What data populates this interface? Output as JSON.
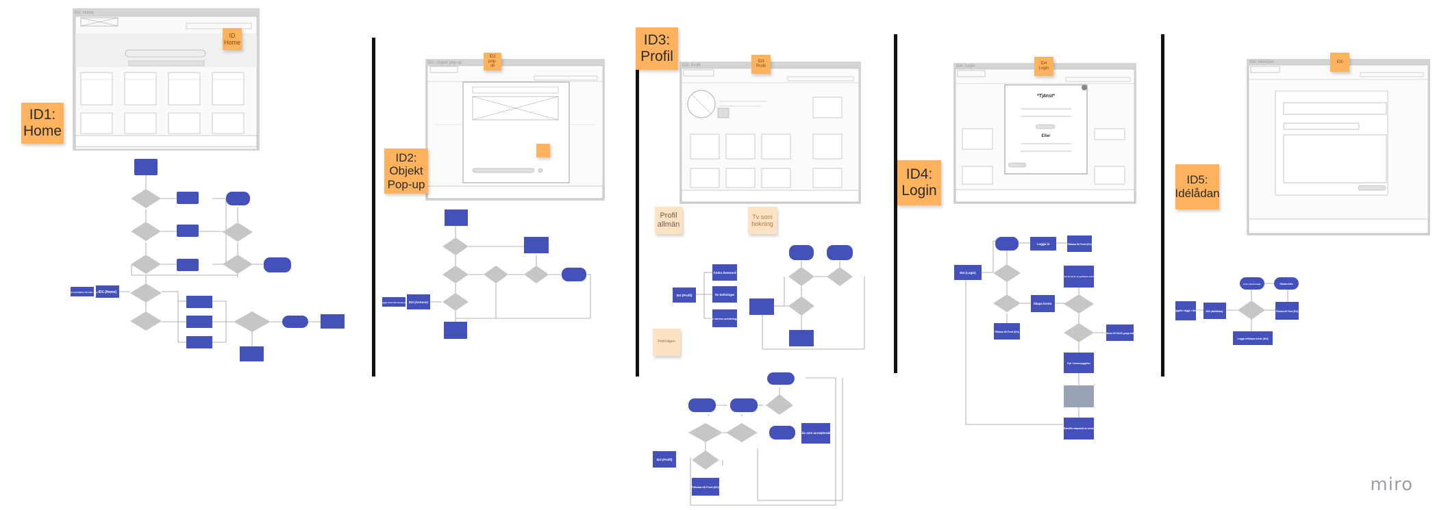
{
  "screens": [
    {
      "id": "home",
      "label": "ID1:\nHome",
      "frame_title": "ID1: Home",
      "note": "ID\nHome"
    },
    {
      "id": "popup",
      "label": "ID2:\nObjekt\nPop-up",
      "frame_title": "ID2: Objekt pop-up",
      "note": "ID2\npop-up"
    },
    {
      "id": "profil",
      "label": "ID3:\nProfil",
      "frame_title": "ID3: Profil",
      "note": "ID3\nProfil"
    },
    {
      "id": "login",
      "label": "ID4:\nLogin",
      "frame_title": "ID4: Login",
      "note": "ID4\nLogin"
    },
    {
      "id": "idelada",
      "label": "ID5:\nIdélådan",
      "frame_title": "ID5: Idélådan",
      "note": "ID5"
    }
  ],
  "notes": {
    "profil_allman": "Profil\nallmän",
    "tv_bokning": "Tv som\nbokning",
    "small_note": "Profil-lägen"
  },
  "login_popup": {
    "title": "*Tjänst*",
    "divider": "Eller"
  },
  "flow_nodes": {
    "home_id": "ID1 (Home)",
    "home_entry": "Loggar in/ut/flytter till olika sidor",
    "popup_id": "ID2 (Annons)",
    "popup_entry": "Loggar in/ut från annonsen",
    "profil_id": "ID3 (Profil)",
    "profil_change_pw": "Ändra lösenord",
    "profil_bookings": "Se bokningar",
    "profil_interest": "Se intresse-anmälningar",
    "login_id": "ID4 (Login)",
    "login_in": "Logga in",
    "login_create": "Skapa konto",
    "login_feed": "Tillbaka till Feed (ID1)",
    "login_verify": "Verifiera att du är en godkänd användare",
    "login_fill": "Fyll i kontouppgifter",
    "login_done": "Bekräfta skapandet av konto",
    "login_ok": "Skicka till VALID-grupp-sida",
    "ide_id": "ID5 (Idélådan)",
    "ide_entry": "Uppgifter läggs i lådan",
    "ide_feed": "Tillbaka till Feed (ID1)",
    "ide_log": "Logga in/Skapa konto (ID4)",
    "ide_send": "Skicka idén",
    "ide_write": "Fyll i idé-formulär",
    "book_like": "Lås som accepterade",
    "book_feed": "Tillbaka till Feed (ID1)",
    "book_id": "ID3 (Profil)"
  },
  "brand": "miro"
}
